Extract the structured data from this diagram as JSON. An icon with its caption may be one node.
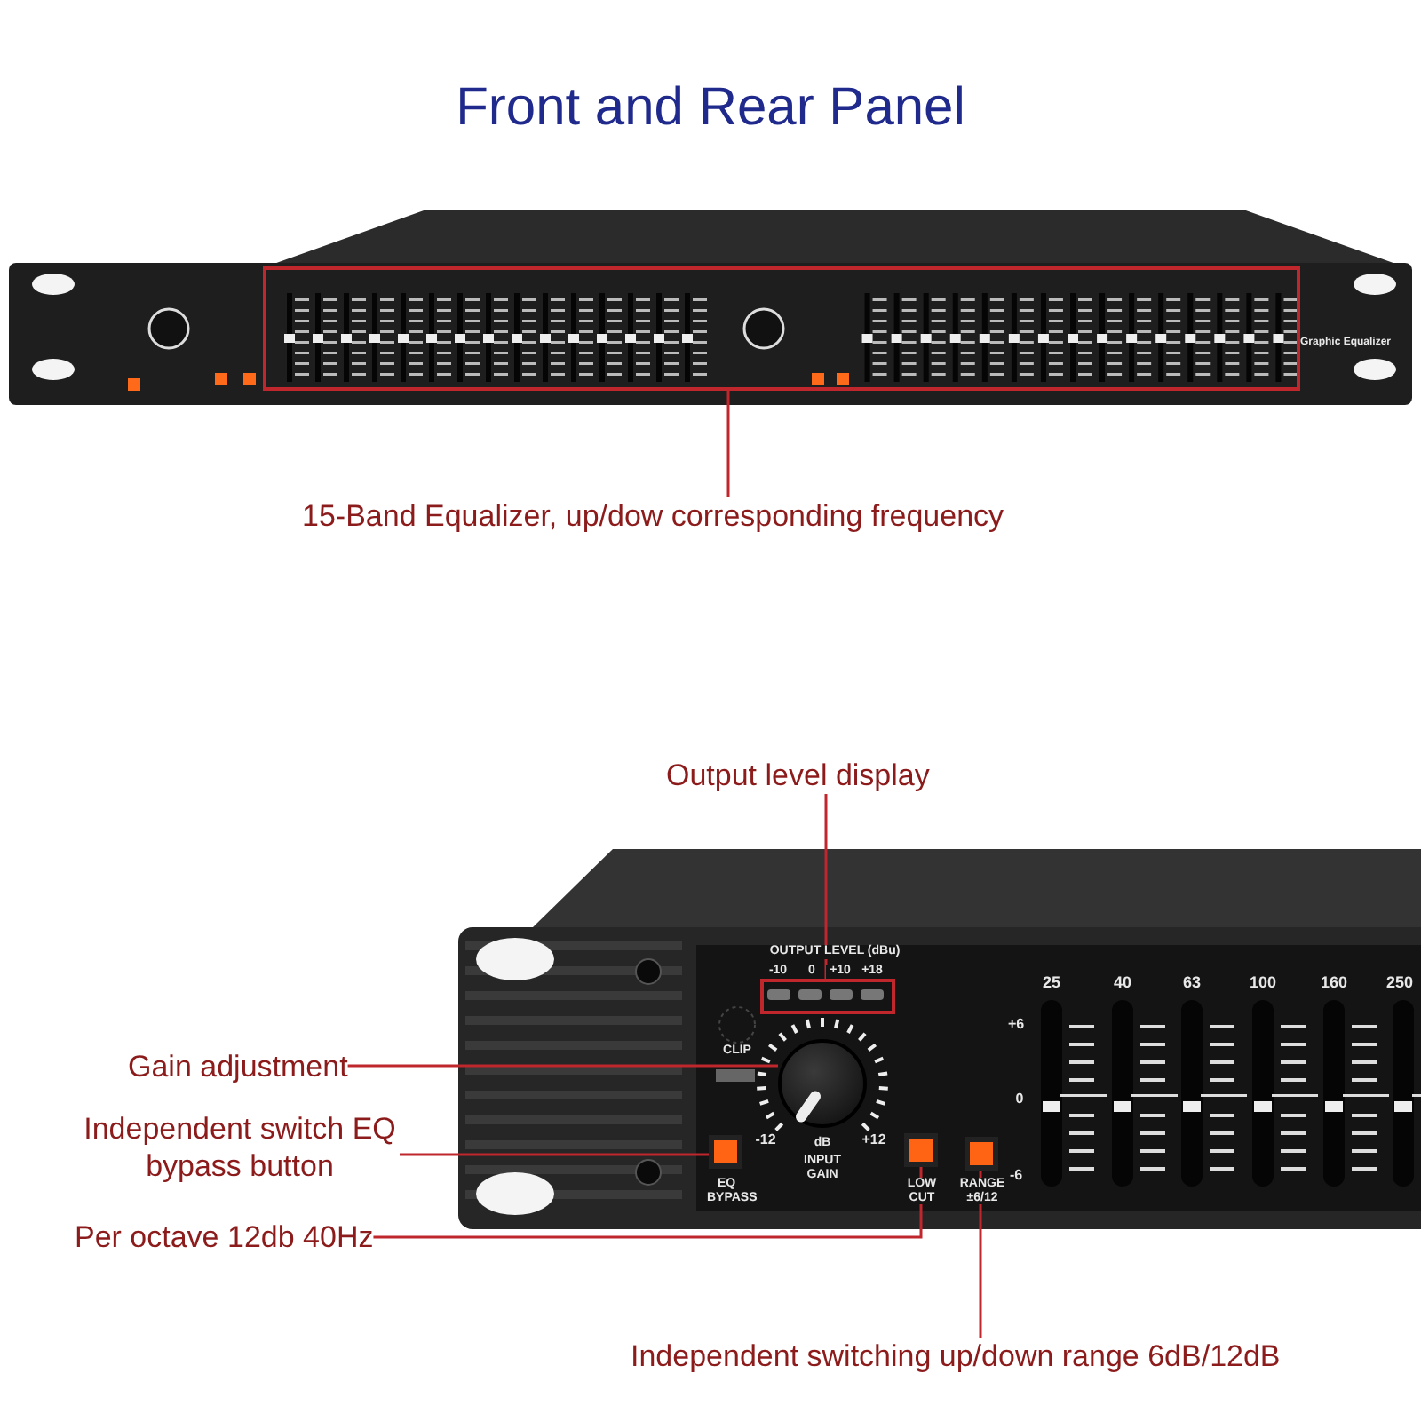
{
  "diagram": {
    "title": "Front and Rear Panel",
    "nodes": [
      {
        "text": [
          "15-Band Equalizer, up/dow corresponding frequency"
        ]
      },
      {
        "text": [],
        "shape": "box"
      },
      {
        "text": [
          "Output level display"
        ]
      },
      {
        "text": [],
        "shape": "box",
        "beside": [
          "OUTPUT LEVEL (dBu)"
        ]
      },
      {
        "text": [
          "Gain adjustment"
        ]
      },
      {
        "text": [],
        "shape": "circle",
        "beside": [
          "INPUT GAIN"
        ]
      },
      {
        "text": [
          "Independent switch EQ bypass button"
        ]
      },
      {
        "text": [],
        "shape": "box",
        "beside": [
          "EQ BYPASS"
        ]
      },
      {
        "text": [
          "Per octave 12db 40Hz"
        ]
      },
      {
        "text": [],
        "shape": "box",
        "beside": [
          "LOW CUT"
        ]
      },
      {
        "text": [
          "Independent switching up/down range 6dB/12dB"
        ]
      },
      {
        "text": [],
        "shape": "box",
        "beside": [
          "RANGE ±6/12"
        ]
      }
    ],
    "edges": [
      {
        "from": 0,
        "to": 1,
        "arrow": "none"
      },
      {
        "from": 2,
        "to": 3,
        "arrow": "none"
      },
      {
        "from": 4,
        "to": 5,
        "arrow": "none"
      },
      {
        "from": 6,
        "to": 7,
        "arrow": "none"
      },
      {
        "from": 8,
        "to": 9,
        "arrow": "none"
      },
      {
        "from": 10,
        "to": 11,
        "arrow": "none"
      }
    ],
    "labels": [
      "Graphic Equalizer",
      "-10",
      "0",
      "+10",
      "+18",
      "CLIP",
      "-12",
      "dB",
      "+12",
      "25",
      "40",
      "63",
      "100",
      "160",
      "250",
      "+6",
      "0",
      "-6"
    ]
  }
}
